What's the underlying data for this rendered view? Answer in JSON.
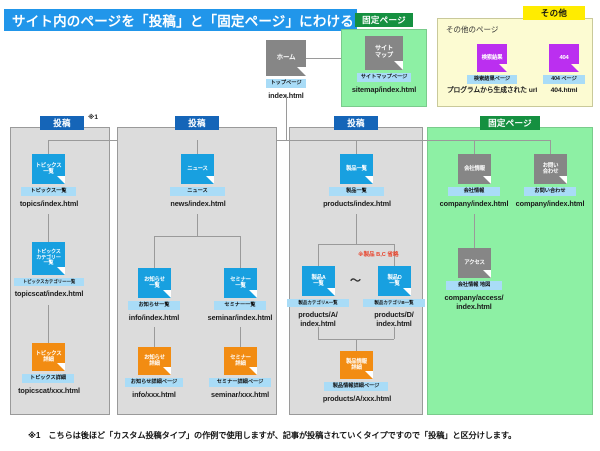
{
  "title": "サイト内のページを「投稿」と「固定ページ」にわける",
  "colors": {
    "title_bg": "#2196ea",
    "post_chip": "#1565b8",
    "fixed_chip": "#159040",
    "other_chip": "#ffec00",
    "blue_node": "#18a0e0",
    "orange_node": "#f28c12",
    "grey_node": "#868686",
    "purple_node": "#bb2ff0",
    "tag_bg": "#a9dcf7",
    "panel_grey": "#dcdcdc",
    "panel_green": "#8df0a4",
    "panel_yellow": "#fcfbd2",
    "red_note": "#e8442c"
  },
  "top": {
    "home": {
      "node": "ホーム",
      "tag": "トップページ",
      "url": "index.html"
    },
    "sitemap_group": {
      "chip": "固定ページ",
      "node": "サイト\nマップ",
      "tag": "サイトマップページ",
      "url": "sitemap/index.html"
    },
    "other_group": {
      "chip": "その他",
      "panel_label": "その他のページ",
      "items": [
        {
          "node": "検索結果",
          "tag": "検索結果ページ",
          "url": "プログラムから生成された url"
        },
        {
          "node": "404",
          "tag": "404 ページ",
          "url": "404.html"
        }
      ]
    }
  },
  "columns": [
    {
      "chip": "投稿",
      "aster": "※1",
      "nodes": [
        {
          "node": "トピックス\n一覧",
          "tag": "トピックス一覧",
          "url": "topics/index.html",
          "color": "blue"
        },
        {
          "node": "トピックス\nカテゴリー\n一覧",
          "tag": "トピックスカテゴリー一覧",
          "url": "topicscat/index.html",
          "color": "blue"
        },
        {
          "node": "トピックス\n詳細",
          "tag": "トピックス詳細",
          "url": "topicscat/xxx.html",
          "color": "orange"
        }
      ]
    },
    {
      "chip": "投稿",
      "nodes": [
        {
          "node": "ニュース",
          "tag": "ニュース",
          "url": "news/index.html",
          "color": "blue"
        },
        {
          "node": "お知らせ\n一覧",
          "tag": "お知らせ一覧",
          "url": "info/index.html",
          "color": "blue"
        },
        {
          "node": "セミナー\n一覧",
          "tag": "セミナー一覧",
          "url": "seminar/index.html",
          "color": "blue"
        },
        {
          "node": "お知らせ\n詳細",
          "tag": "お知らせ詳細ページ",
          "url": "info/xxx.html",
          "color": "orange"
        },
        {
          "node": "セミナー\n詳細",
          "tag": "セミナー詳細ページ",
          "url": "seminar/xxx.html",
          "color": "orange"
        }
      ]
    },
    {
      "chip": "投稿",
      "red_note": "※製品 B,C 省略",
      "tilde": "〜",
      "nodes": [
        {
          "node": "製品一覧",
          "tag": "製品一覧",
          "url": "products/index.html",
          "color": "blue"
        },
        {
          "node": "製品A\n一覧",
          "tag": "製品カテゴリA一覧",
          "url": "products/A/\nindex.html",
          "color": "blue"
        },
        {
          "node": "製品D\n一覧",
          "tag": "製品カテゴリB一覧",
          "url": "products/D/\nindex.html",
          "color": "blue"
        },
        {
          "node": "製品情報\n詳細",
          "tag": "製品情報詳細ページ",
          "url": "products/A/xxx.html",
          "color": "orange"
        }
      ]
    },
    {
      "chip": "固定ページ",
      "nodes": [
        {
          "node": "会社情報",
          "tag": "会社情報",
          "url": "company/index.html",
          "color": "grey"
        },
        {
          "node": "お問い\n合わせ",
          "tag": "お問い合わせ",
          "url": "company/index.html",
          "color": "grey"
        },
        {
          "node": "アクセス",
          "tag": "会社情報 地図",
          "url": "company/access/\nindex.html",
          "color": "grey"
        }
      ]
    }
  ],
  "footnote": "※1　こちらは後ほど「カスタム投稿タイプ」の作例で使用しますが、記事が投稿されていくタイプですので「投稿」と区分けします。"
}
